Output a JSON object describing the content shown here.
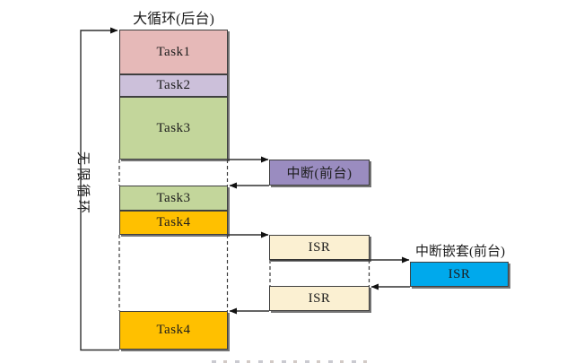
{
  "diagram": {
    "top_title": "大循环(后台)",
    "loop_label": "无限循环",
    "nested_label": "中断嵌套(前台)",
    "boxes": {
      "task1": {
        "label": "Task1"
      },
      "task2": {
        "label": "Task2"
      },
      "task3_first": {
        "label": "Task3"
      },
      "task3_second": {
        "label": "Task3"
      },
      "task4_first": {
        "label": "Task4"
      },
      "task4_second": {
        "label": "Task4"
      },
      "interrupt": {
        "label": "中断(前台)"
      },
      "isr_first": {
        "label": "ISR"
      },
      "isr_second": {
        "label": "ISR"
      },
      "isr_nested": {
        "label": "ISR"
      }
    },
    "colors": {
      "task1": "#E6B9B8",
      "task2": "#CCC0DA",
      "task3": "#C3D69B",
      "task4": "#FFC000",
      "interrupt": "#9A8CC0",
      "isr": "#FBF0D2",
      "isr_nested": "#00A9EC",
      "line": "#303030"
    }
  }
}
